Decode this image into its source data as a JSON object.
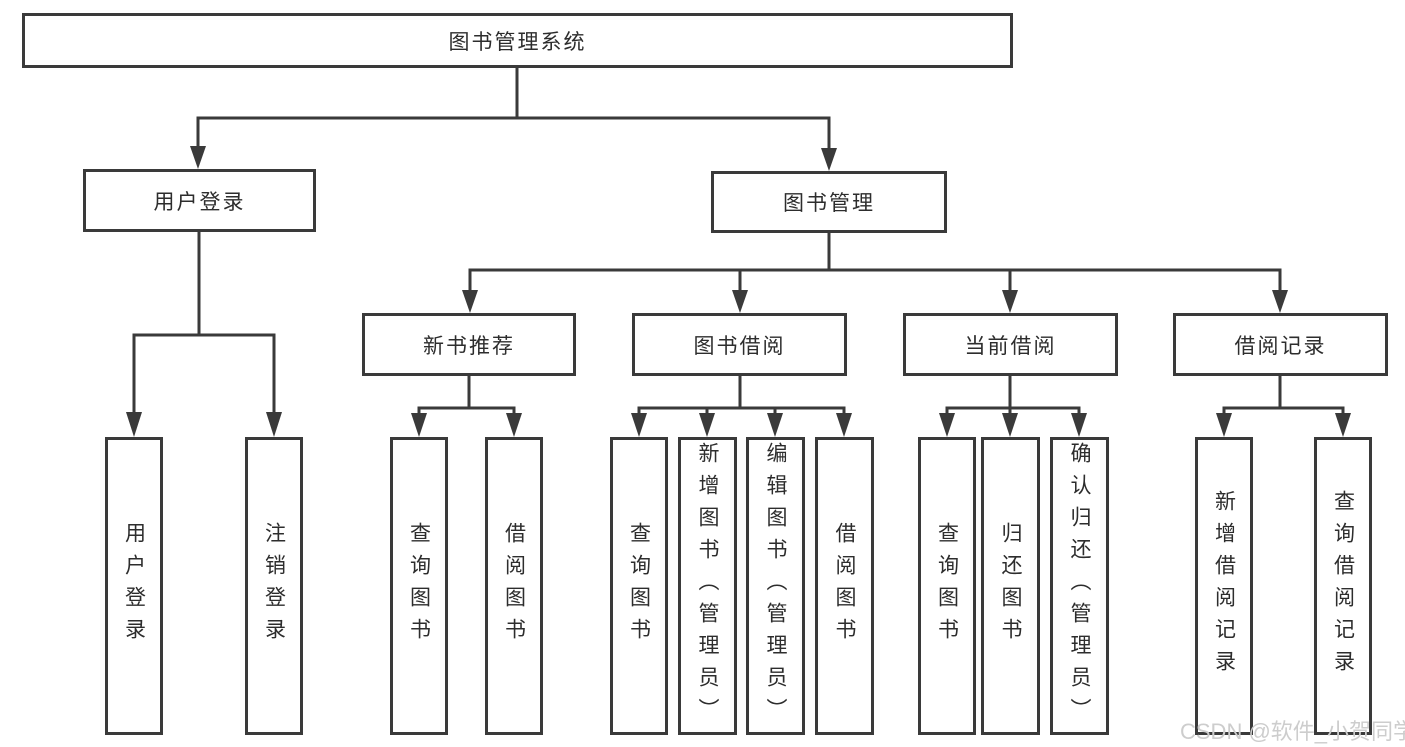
{
  "diagram": {
    "root": {
      "label": "图书管理系统"
    },
    "user_login": {
      "label": "用户登录",
      "children": [
        {
          "label": "用户登录"
        },
        {
          "label": "注销登录"
        }
      ]
    },
    "book_management": {
      "label": "图书管理",
      "sections": {
        "new_book": {
          "label": "新书推荐",
          "children": [
            {
              "label": "查询图书"
            },
            {
              "label": "借阅图书"
            }
          ]
        },
        "borrowing": {
          "label": "图书借阅",
          "children": [
            {
              "label": "查询图书"
            },
            {
              "label": "新增图书（管理员）"
            },
            {
              "label": "编辑图书（管理员）"
            },
            {
              "label": "借阅图书"
            }
          ]
        },
        "current": {
          "label": "当前借阅",
          "children": [
            {
              "label": "查询图书"
            },
            {
              "label": "归还图书"
            },
            {
              "label": "确认归还（管理员）"
            }
          ]
        },
        "records": {
          "label": "借阅记录",
          "children": [
            {
              "label": "新增借阅记录"
            },
            {
              "label": "查询借阅记录"
            }
          ]
        }
      }
    }
  },
  "watermark": {
    "text": "CSDN @软件_小贺同学"
  },
  "colors": {
    "line": "#3a3a3a",
    "text": "#2d2d2d",
    "watermark": "#cdcdcd",
    "background": "#ffffff"
  }
}
